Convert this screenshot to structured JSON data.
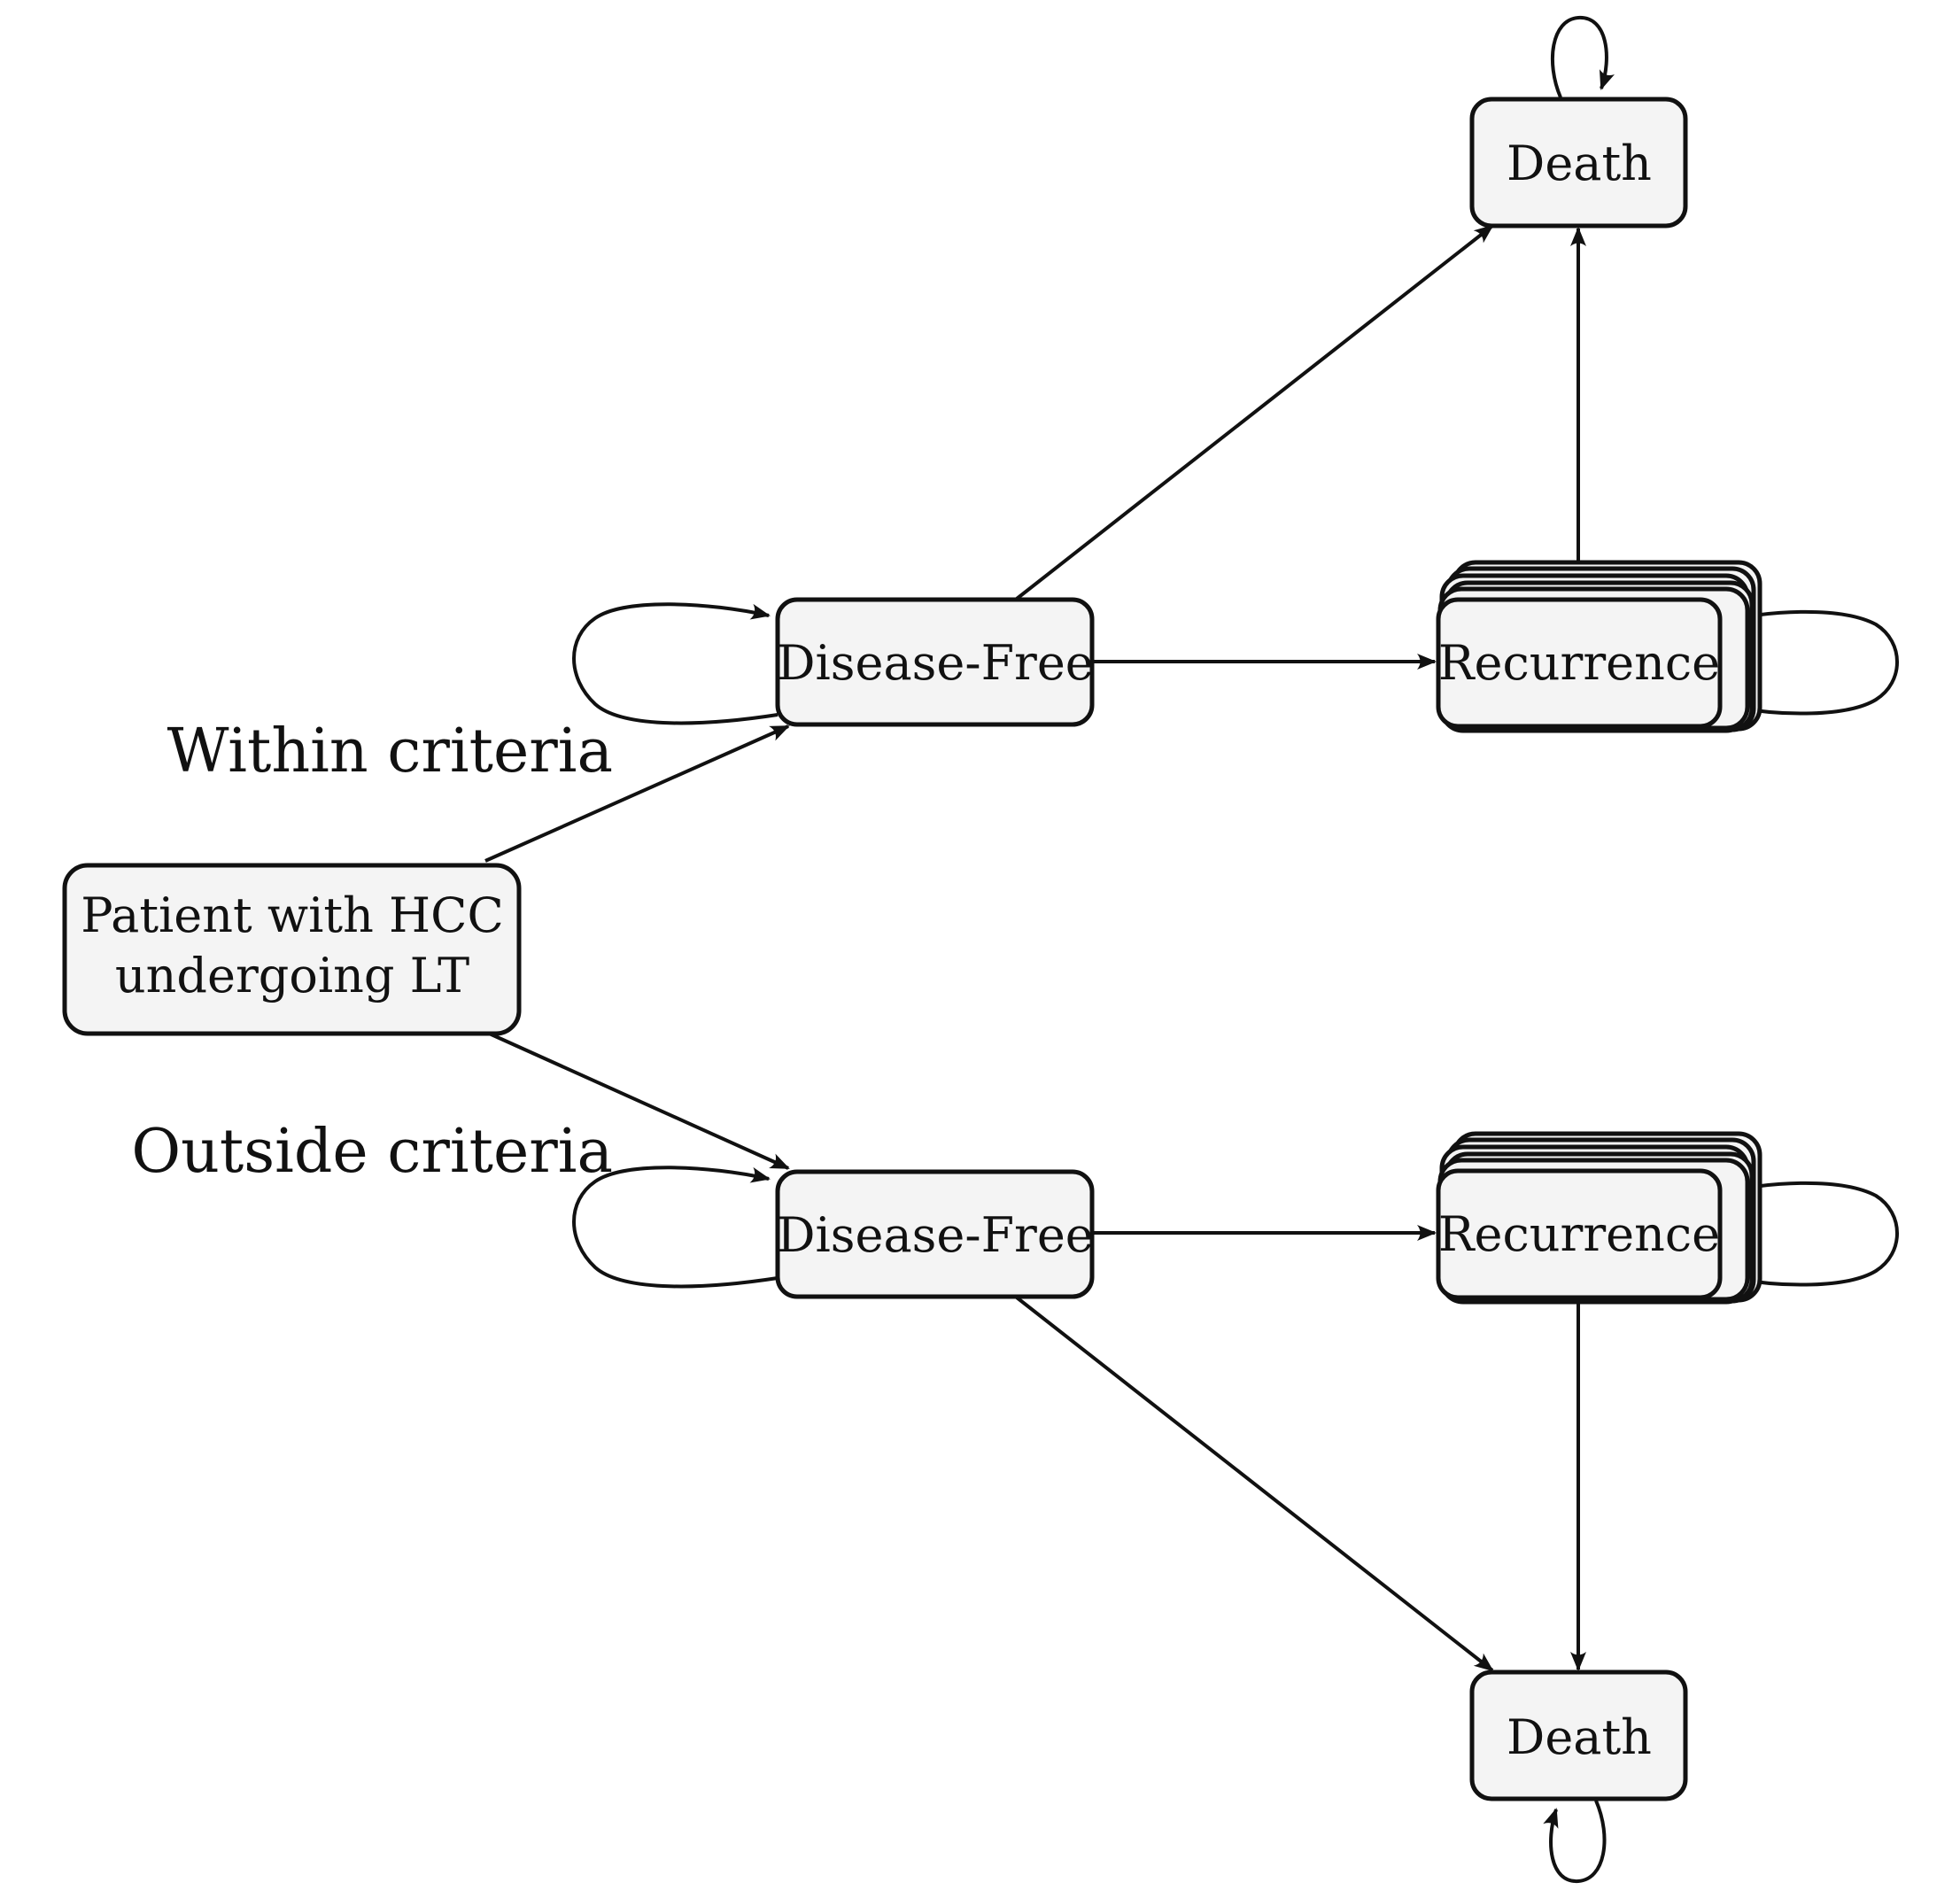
{
  "diagram": {
    "start": {
      "line1": "Patient with HCC",
      "line2": "undergoing LT"
    },
    "branches": {
      "within_label": "Within criteria",
      "outside_label": "Outside criteria"
    },
    "within": {
      "disease_free": "Disease-Free",
      "recurrence": "Recurrence",
      "death": "Death"
    },
    "outside": {
      "disease_free": "Disease-Free",
      "recurrence": "Recurrence",
      "death": "Death"
    }
  }
}
